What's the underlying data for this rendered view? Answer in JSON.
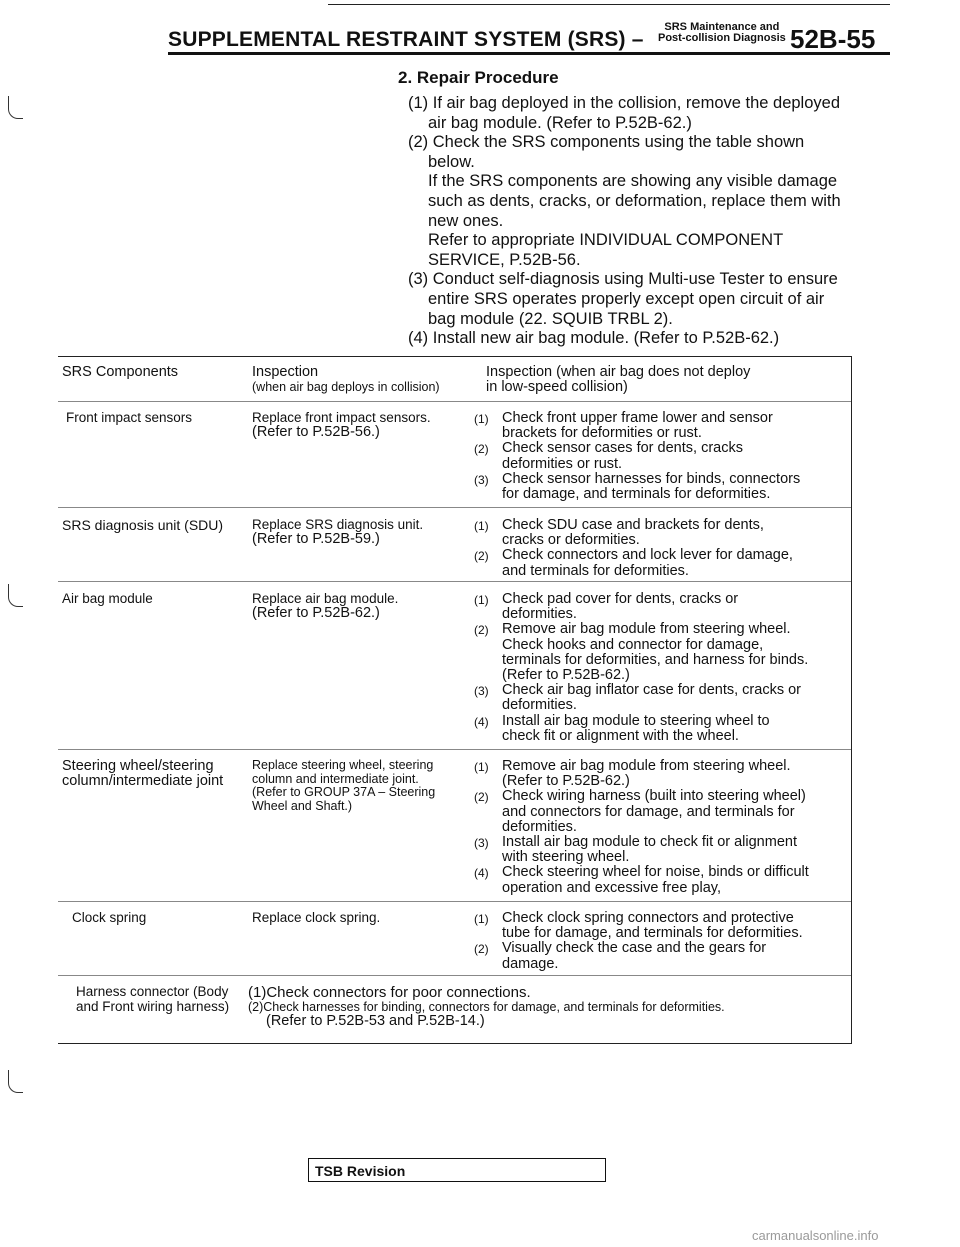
{
  "header": {
    "title": "SUPPLEMENTAL RESTRAINT SYSTEM (SRS) –",
    "subtitle_line1": "SRS Maintenance and",
    "subtitle_line2": "Post-collision Diagnosis",
    "page_number": "52B-55"
  },
  "section": {
    "title": "2. Repair Procedure"
  },
  "steps": [
    {
      "text": "(1) If air bag deployed in the collision, remove the deployed air bag module. (Refer to P.52B-62.)"
    },
    {
      "text": "(2) Check the SRS components using the table shown below.",
      "para1": "If the SRS components are showing any visible damage such as dents, cracks, or deformation, replace them with new ones.",
      "para2": "Refer to appropriate INDIVIDUAL COMPONENT SERVICE, P.52B-56."
    },
    {
      "text": "(3) Conduct self-diagnosis using Multi-use Tester to ensure entire SRS operates properly except open circuit of air bag module (22. SQUIB TRBL 2)."
    },
    {
      "text": "(4) Install new air bag module. (Refer to P.52B-62.)"
    }
  ],
  "table": {
    "headers": {
      "component": "SRS Components",
      "inspection_deploy": "Inspection",
      "inspection_deploy_sub": "(when air bag deploys in collision)",
      "inspection_nodeploy": "Inspection (when air bag does not deploy",
      "inspection_nodeploy_sub": "in low-speed collision)"
    },
    "rows": [
      {
        "component": "Front impact sensors",
        "deploy": "Replace front impact sensors.",
        "deploy_ref": "(Refer to P.52B-56.)",
        "items": [
          {
            "n": "(1)",
            "t": "Check front upper frame lower and sensor brackets for deformities or rust."
          },
          {
            "n": "(2)",
            "t": "Check sensor cases for dents, cracks deformities or rust."
          },
          {
            "n": "(3)",
            "t": "Check sensor harnesses for binds, connectors for damage, and terminals for deformities."
          }
        ]
      },
      {
        "component": "SRS diagnosis unit (SDU)",
        "deploy": "Replace SRS diagnosis unit.",
        "deploy_ref": "(Refer to P.52B-59.)",
        "items": [
          {
            "n": "(1)",
            "t": "Check SDU case and brackets for dents, cracks or deformities."
          },
          {
            "n": "(2)",
            "t": "Check connectors and lock lever for damage, and terminals for deformities."
          }
        ]
      },
      {
        "component": "Air bag module",
        "deploy": "Replace air bag module.",
        "deploy_ref": "(Refer to P.52B-62.)",
        "items": [
          {
            "n": "(1)",
            "t": "Check pad cover for dents, cracks or deformities."
          },
          {
            "n": "(2)",
            "t": "Remove air bag module from steering wheel. Check hooks and connector for damage, terminals for deformities, and harness for binds. (Refer to P.52B-62.)"
          },
          {
            "n": "(3)",
            "t": "Check air bag inflator case for dents, cracks or deformities."
          },
          {
            "n": "(4)",
            "t": "Install air bag module to steering wheel to check fit or alignment with the wheel."
          }
        ]
      },
      {
        "component": "Steering wheel/steering column/intermediate joint",
        "deploy": "Replace steering wheel, steering column and intermediate joint.",
        "deploy_ref": "(Refer to GROUP 37A – Steering Wheel and Shaft.)",
        "items": [
          {
            "n": "(1)",
            "t": "Remove air bag module from steering wheel. (Refer to P.52B-62.)"
          },
          {
            "n": "(2)",
            "t": "Check wiring harness (built into steering wheel) and connectors for damage, and terminals for deformities."
          },
          {
            "n": "(3)",
            "t": "Install air bag module to check fit or alignment with steering wheel."
          },
          {
            "n": "(4)",
            "t": "Check steering wheel for noise, binds or difficult operation and excessive free play,"
          }
        ]
      },
      {
        "component": "Clock spring",
        "deploy": "Replace clock spring.",
        "deploy_ref": "",
        "items": [
          {
            "n": "(1)",
            "t": "Check clock spring connectors and protective tube for damage, and terminals for deformities."
          },
          {
            "n": "(2)",
            "t": "Visually check the case and the gears for damage."
          }
        ]
      }
    ],
    "harness_row": {
      "component": "Harness connector (Body and Front wiring harness)",
      "line1": "(1)Check connectors for poor connections.",
      "line2": "(2)Check harnesses for binding, connectors for damage, and terminals for deformities.",
      "line3": "(Refer to P.52B-53 and P.52B-14.)"
    }
  },
  "footer": {
    "label": "TSB Revision"
  },
  "watermark": "carmanualsonline.info"
}
